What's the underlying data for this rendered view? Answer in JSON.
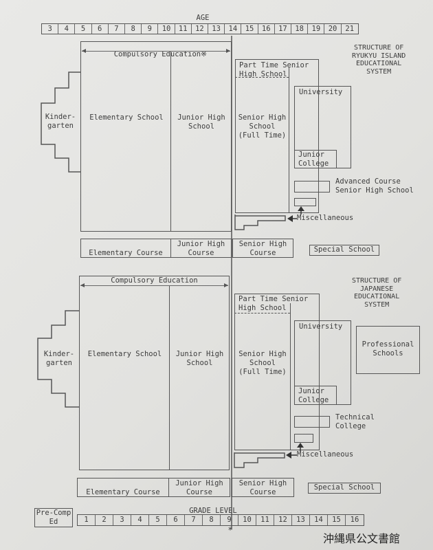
{
  "age_label": "AGE",
  "ages": [
    "3",
    "4",
    "5",
    "6",
    "7",
    "8",
    "9",
    "10",
    "11",
    "12",
    "13",
    "14",
    "15",
    "16",
    "17",
    "18",
    "19",
    "20",
    "21"
  ],
  "ryukyu": {
    "title": "STRUCTURE OF\nRYUKYU ISLAND\nEDUCATIONAL\nSYSTEM",
    "compulsory": "Compulsory Education",
    "compulsory_mark": "※",
    "kindergarten": "Kinder-\ngarten",
    "elementary": "Elementary School",
    "junior_high": "Junior High\nSchool",
    "part_time": "Part Time Senior\nHigh School",
    "senior_high": "Senior High\nSchool\n(Full Time)",
    "university": "University",
    "junior_college": "Junior\nCollege",
    "advanced": "Advanced Course\nSenior High School",
    "misc": "Miscellaneous",
    "course_elementary": "Elementary Course",
    "course_junior": "Junior High\nCourse",
    "course_senior": "Senior High\nCourse",
    "special": "Special School"
  },
  "japan": {
    "title": "STRUCTURE OF\nJAPANESE\nEDUCATIONAL\nSYSTEM",
    "compulsory": "Compulsory Education",
    "kindergarten": "Kinder-\ngarten",
    "elementary": "Elementary School",
    "junior_high": "Junior High\nSchool",
    "part_time": "Part Time Senior\nHigh School",
    "senior_high": "Senior High\nSchool\n(Full Time)",
    "university": "University",
    "junior_college": "Junior\nCollege",
    "professional": "Professional\nSchools",
    "technical": "Technical\nCollege",
    "misc": "Miscellaneous",
    "course_elementary": "Elementary Course",
    "course_junior": "Junior High\nCourse",
    "course_senior": "Senior High\nCourse",
    "special": "Special School"
  },
  "pre_comp": "Pre-Comp\nEd",
  "grade_label": "GRADE LEVEL",
  "grades": [
    "1",
    "2",
    "3",
    "4",
    "5",
    "6",
    "7",
    "8",
    "9",
    "10",
    "11",
    "12",
    "13",
    "14",
    "15",
    "16"
  ],
  "bottom_mark": "*",
  "archive_stamp": "沖縄県公文書館"
}
